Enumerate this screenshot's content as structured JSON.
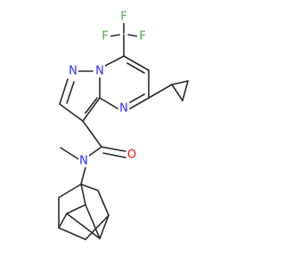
{
  "colors": {
    "bond": "#2b2b2b",
    "nitrogen": "#2b2bff",
    "oxygen": "#ff0d0d",
    "fluorine": "#4fa84f",
    "background": "#ffffff"
  },
  "atoms": {
    "f1": "F",
    "f2": "F",
    "f3": "F",
    "n1": "N",
    "n2": "N",
    "n_pyrimidine": "N",
    "o_carbonyl": "O",
    "n_amide": "N"
  }
}
